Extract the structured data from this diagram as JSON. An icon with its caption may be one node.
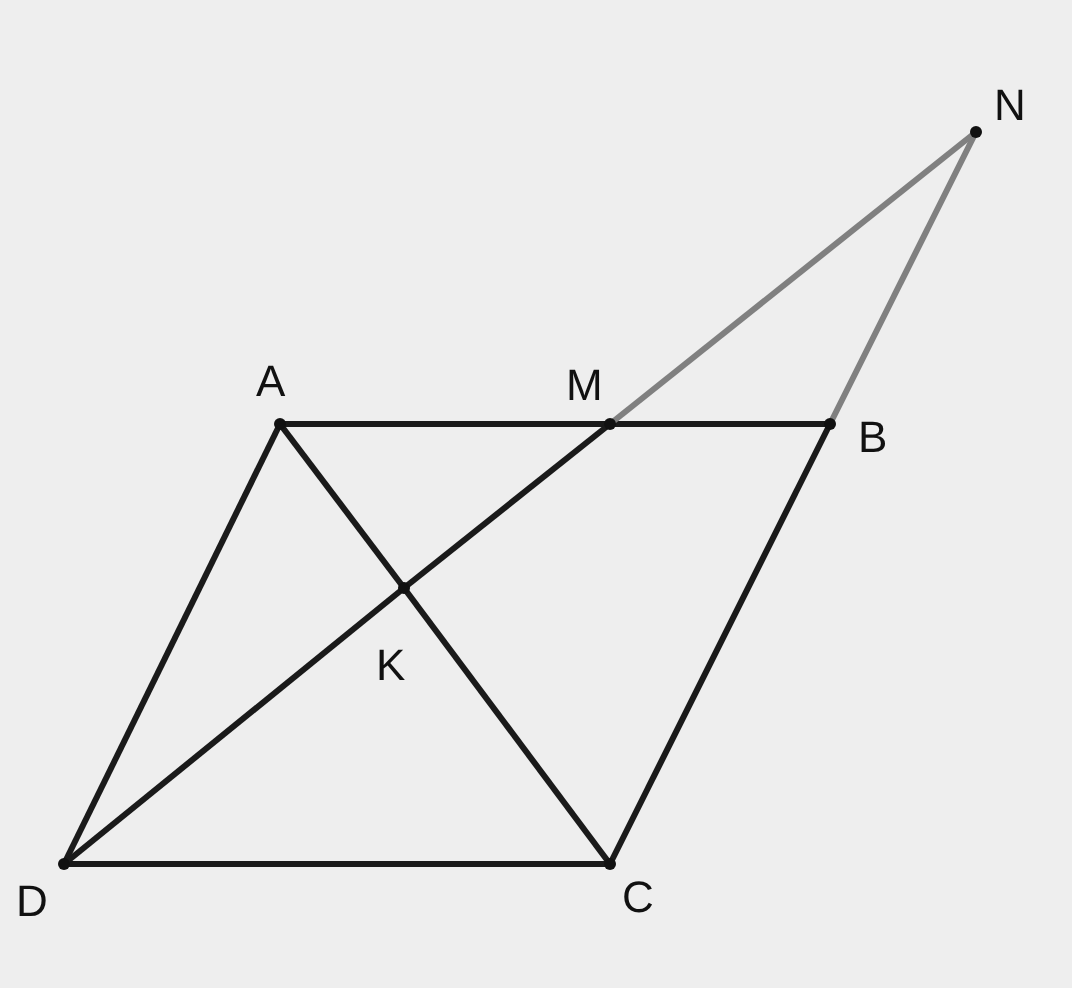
{
  "diagram": {
    "nodes": [
      {
        "text": [
          "A"
        ]
      },
      {
        "text": [
          "M"
        ]
      },
      {
        "text": [
          "B"
        ]
      },
      {
        "text": [
          "N"
        ]
      },
      {
        "text": [
          "K"
        ]
      },
      {
        "text": [
          "D"
        ]
      },
      {
        "text": [
          "C"
        ]
      }
    ],
    "edges": [
      {
        "from": 0,
        "to": 1,
        "arrow": "none"
      },
      {
        "from": 1,
        "to": 2,
        "arrow": "none"
      },
      {
        "from": 2,
        "to": 6,
        "arrow": "none"
      },
      {
        "from": 6,
        "to": 5,
        "arrow": "none"
      },
      {
        "from": 5,
        "to": 0,
        "arrow": "none"
      },
      {
        "from": 0,
        "to": 4,
        "arrow": "none"
      },
      {
        "from": 4,
        "to": 6,
        "arrow": "none"
      },
      {
        "from": 5,
        "to": 4,
        "arrow": "none"
      },
      {
        "from": 4,
        "to": 1,
        "arrow": "none"
      },
      {
        "from": 1,
        "to": 3,
        "arrow": "none",
        "color": "#808080"
      },
      {
        "from": 2,
        "to": 3,
        "arrow": "none",
        "color": "#808080"
      }
    ]
  }
}
